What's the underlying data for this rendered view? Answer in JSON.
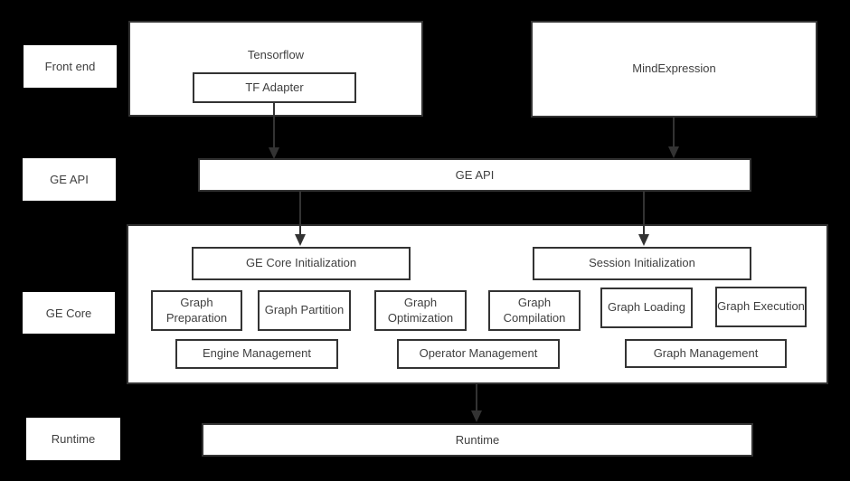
{
  "colors": {
    "bg": "#000000",
    "box_fill": "#ffffff",
    "border_color": "#333333",
    "text_color": "#3f3f3f",
    "arrow_color": "#333333"
  },
  "rows": [
    {
      "label": "Front end"
    },
    {
      "label": "GE API"
    },
    {
      "label": "GE Core"
    },
    {
      "label": "Runtime"
    }
  ],
  "frontend": {
    "tensorflow_label": "Tensorflow",
    "tf_adapter_label": "TF Adapter",
    "mindexpression_label": "MindExpression"
  },
  "api_bar": {
    "label": "GE API"
  },
  "core": {
    "init": [
      "GE Core Initialization",
      "Session Initialization"
    ],
    "stages": [
      "Graph Preparation",
      "Graph Partition",
      "Graph Optimization",
      "Graph Compilation",
      "Graph Loading",
      "Graph Execution"
    ],
    "mgmt": [
      "Engine Management",
      "Operator Management",
      "Graph Management"
    ]
  },
  "runtime_bar": {
    "label": "Runtime"
  }
}
